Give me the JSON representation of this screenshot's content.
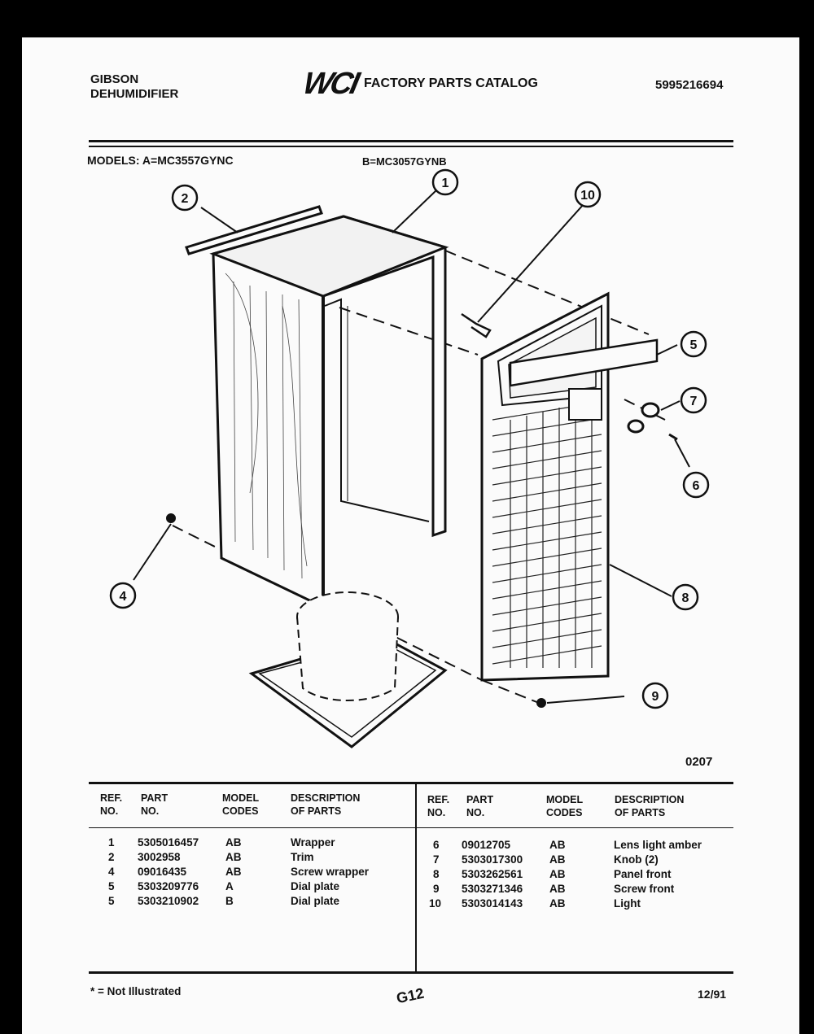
{
  "header": {
    "brand": "GIBSON",
    "product": "DEHUMIDIFIER",
    "logo": "WCI",
    "catalog_title": "FACTORY PARTS CATALOG",
    "doc_number": "5995216694"
  },
  "models": {
    "label_a": "MODELS:  A=MC3557GYNC",
    "label_b": "B=MC3057GYNB"
  },
  "diagram": {
    "callouts": [
      "1",
      "2",
      "4",
      "5",
      "6",
      "7",
      "8",
      "9",
      "10"
    ],
    "figure_code": "0207"
  },
  "table": {
    "headers": {
      "ref": [
        "REF.",
        "NO."
      ],
      "part": [
        "PART",
        "NO."
      ],
      "model": [
        "MODEL",
        "CODES"
      ],
      "desc": [
        "DESCRIPTION",
        "OF PARTS"
      ]
    },
    "left_rows": [
      {
        "ref": "1",
        "part": "5305016457",
        "code": "AB",
        "desc": "Wrapper"
      },
      {
        "ref": "2",
        "part": "3002958",
        "code": "AB",
        "desc": "Trim"
      },
      {
        "ref": "4",
        "part": "09016435",
        "code": "AB",
        "desc": "Screw wrapper"
      },
      {
        "ref": "5",
        "part": "5303209776",
        "code": "A",
        "desc": "Dial plate"
      },
      {
        "ref": "5",
        "part": "5303210902",
        "code": "B",
        "desc": "Dial plate"
      }
    ],
    "right_rows": [
      {
        "ref": "6",
        "part": "09012705",
        "code": "AB",
        "desc": "Lens light amber"
      },
      {
        "ref": "7",
        "part": "5303017300",
        "code": "AB",
        "desc": "Knob (2)"
      },
      {
        "ref": "8",
        "part": "5303262561",
        "code": "AB",
        "desc": "Panel front"
      },
      {
        "ref": "9",
        "part": "5303271346",
        "code": "AB",
        "desc": "Screw front"
      },
      {
        "ref": "10",
        "part": "5303014143",
        "code": "AB",
        "desc": "Light"
      }
    ]
  },
  "footer": {
    "note": "* = Not Illustrated",
    "page": "G12",
    "date": "12/91"
  }
}
